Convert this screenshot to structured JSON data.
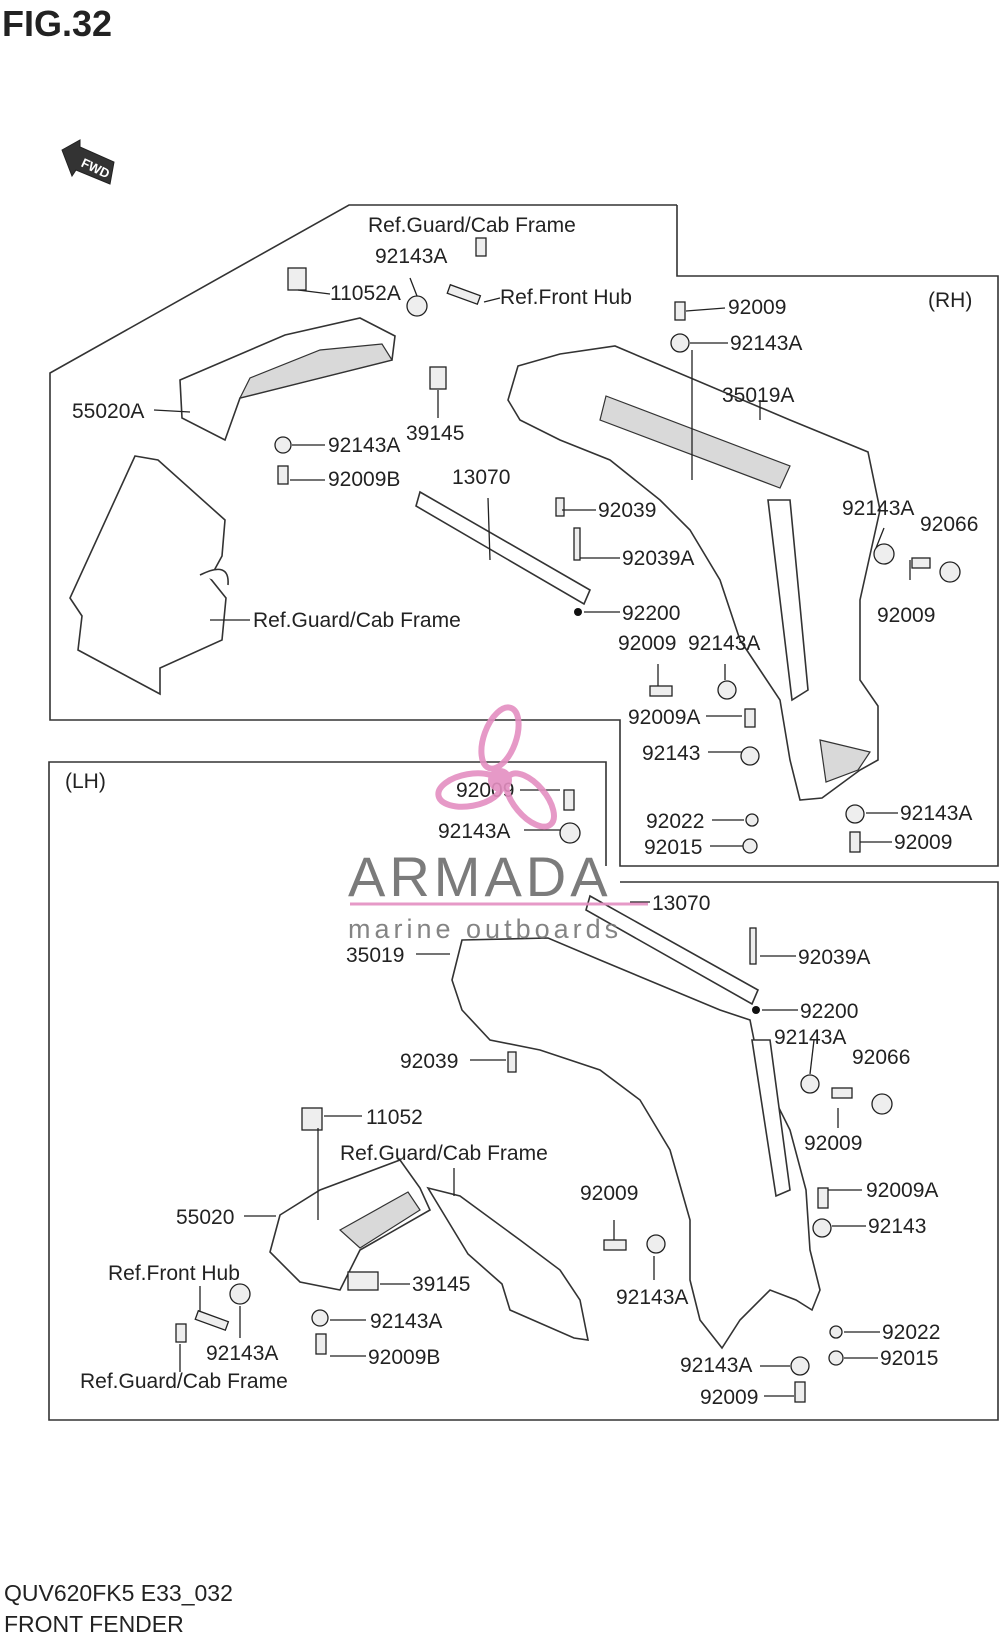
{
  "figure": {
    "number": "FIG.32",
    "code": "QUV620FK5 E33_032",
    "name": "FRONT FENDER",
    "fwd_label": "FWD"
  },
  "rh_label": "(RH)",
  "lh_label": "(LH)",
  "watermark": {
    "brand": "ARMADA",
    "sub": "marine outboards",
    "color": "#e48fc1"
  },
  "rh_callouts": [
    "Ref.Guard/Cab Frame",
    "92143A",
    "11052A",
    "Ref.Front Hub",
    "92009",
    "92143A",
    "35019A",
    "55020A",
    "39145",
    "92143A",
    "92009B",
    "13070",
    "92039",
    "92039A",
    "92200",
    "Ref.Guard/Cab Frame",
    "92143A",
    "92066",
    "92009",
    "92009",
    "92143A",
    "92009A",
    "92143",
    "92022",
    "92015",
    "92143A",
    "92009"
  ],
  "lh_callouts": [
    "92009",
    "92143A",
    "13070",
    "35019",
    "92039A",
    "92200",
    "92143A",
    "92066",
    "92039",
    "11052",
    "92009",
    "Ref.Guard/Cab Frame",
    "92009A",
    "55020",
    "92009",
    "92143",
    "Ref.Front Hub",
    "39145",
    "92143A",
    "92143A",
    "92022",
    "92143A",
    "92009B",
    "92015",
    "Ref.Guard/Cab Frame",
    "92143A",
    "92009"
  ]
}
